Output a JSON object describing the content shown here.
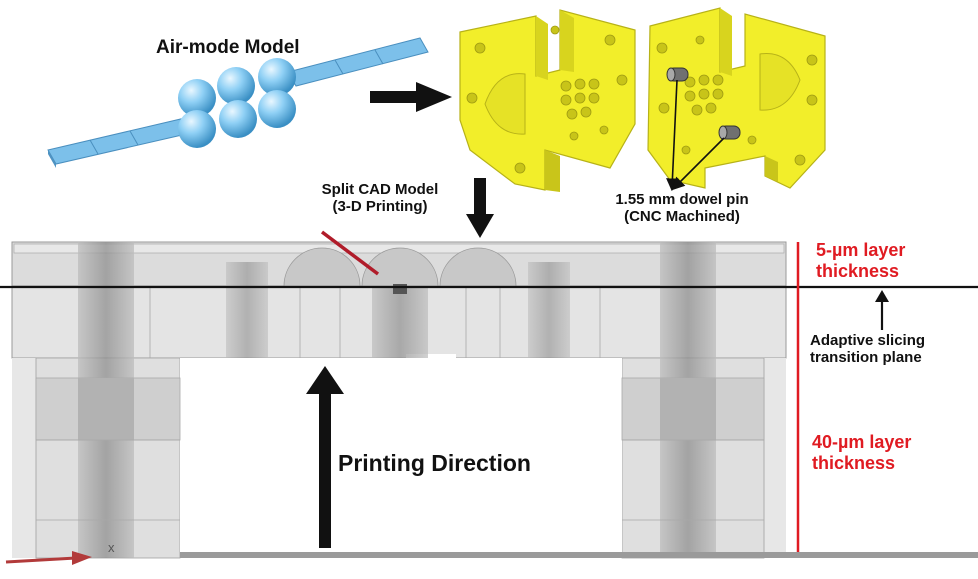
{
  "labels": {
    "air_mode_model": "Air-mode Model",
    "split_cad_model_line1": "Split CAD Model",
    "split_cad_model_line2": "(3-D Printing)",
    "dowel_pin_line1": "1.55 mm dowel pin",
    "dowel_pin_line2": "(CNC Machined)",
    "layer_5um_line1": "5-µm layer",
    "layer_5um_line2": "thickness",
    "adaptive_line1": "Adaptive slicing",
    "adaptive_line2": "transition plane",
    "layer_40um_line1": "40-µm layer",
    "layer_40um_line2": "thickness",
    "printing_direction": "Printing Direction",
    "axis_x": "x"
  },
  "colors": {
    "accent_red": "#e01b22",
    "part_yellow": "#f2ee2a",
    "model_blue": "#7cc0ea",
    "sphere_blue": "#8fd0f5",
    "slice_gray": "#d6d6d6"
  }
}
